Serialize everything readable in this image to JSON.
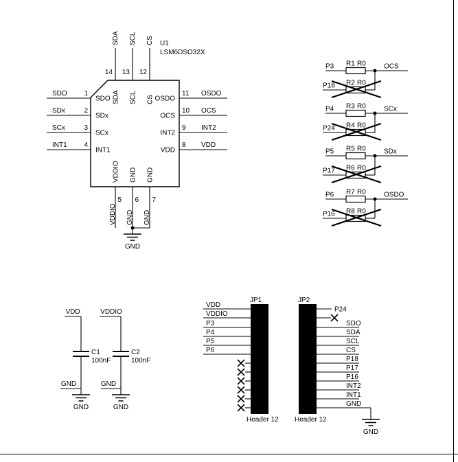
{
  "colors": {
    "ink": "#000000",
    "background": "#ffffff"
  },
  "chip": {
    "refdes": "U1",
    "part": "LSM6DSO32X",
    "top_pins": [
      {
        "num": "14",
        "name": "SDA",
        "net": "SDA"
      },
      {
        "num": "13",
        "name": "SCL",
        "net": "SCL"
      },
      {
        "num": "12",
        "name": "CS",
        "net": "CS"
      }
    ],
    "left_pins": [
      {
        "num": "1",
        "name": "SDO",
        "net": "SDO"
      },
      {
        "num": "2",
        "name": "SDx",
        "net": "SDx"
      },
      {
        "num": "3",
        "name": "SCx",
        "net": "SCx"
      },
      {
        "num": "4",
        "name": "INT1",
        "net": "INT1"
      }
    ],
    "right_pins": [
      {
        "num": "11",
        "name": "OSDO",
        "net": "OSDO"
      },
      {
        "num": "10",
        "name": "OCS",
        "net": "OCS"
      },
      {
        "num": "9",
        "name": "INT2",
        "net": "INT2"
      },
      {
        "num": "8",
        "name": "VDD",
        "net": "VDD"
      }
    ],
    "bottom_pins": [
      {
        "num": "5",
        "name": "VDDIO",
        "net": "VDDIO"
      },
      {
        "num": "6",
        "name": "GND",
        "net": "GND"
      },
      {
        "num": "7",
        "name": "GND",
        "net": "GND"
      }
    ],
    "gnd_symbol": "GND"
  },
  "resistor_groups": [
    {
      "top_port": "P3",
      "top_ref": "R1",
      "top_val": "R0",
      "bot_port": "P18",
      "bot_ref": "R2",
      "bot_val": "R0",
      "net": "OCS"
    },
    {
      "top_port": "P4",
      "top_ref": "R3",
      "top_val": "R0",
      "bot_port": "P24",
      "bot_ref": "R4",
      "bot_val": "R0",
      "net": "SCx"
    },
    {
      "top_port": "P5",
      "top_ref": "R5",
      "top_val": "R0",
      "bot_port": "P17",
      "bot_ref": "R6",
      "bot_val": "R0",
      "net": "SDx"
    },
    {
      "top_port": "P6",
      "top_ref": "R7",
      "top_val": "R0",
      "bot_port": "P16",
      "bot_ref": "R8",
      "bot_val": "R0",
      "net": "OSDO"
    }
  ],
  "capacitors": [
    {
      "ref": "C1",
      "value": "100nF",
      "top_net": "VDD",
      "bot_net": "GND",
      "gnd_symbol": "GND"
    },
    {
      "ref": "C2",
      "value": "100nF",
      "top_net": "VDDIO",
      "bot_net": "GND",
      "gnd_symbol": "GND"
    }
  ],
  "headers": {
    "jp1": {
      "refdes": "JP1",
      "type": "Header 12",
      "nets": [
        "VDD",
        "VDDIO",
        "P3",
        "P4",
        "P5",
        "P6"
      ]
    },
    "jp2": {
      "refdes": "JP2",
      "type": "Header 12",
      "pin1_net": "P24",
      "nets": [
        "SDO",
        "SDA",
        "SCL",
        "CS",
        "P18",
        "P17",
        "P16",
        "INT2",
        "INT1",
        "GND"
      ],
      "gnd_symbol": "GND"
    }
  }
}
